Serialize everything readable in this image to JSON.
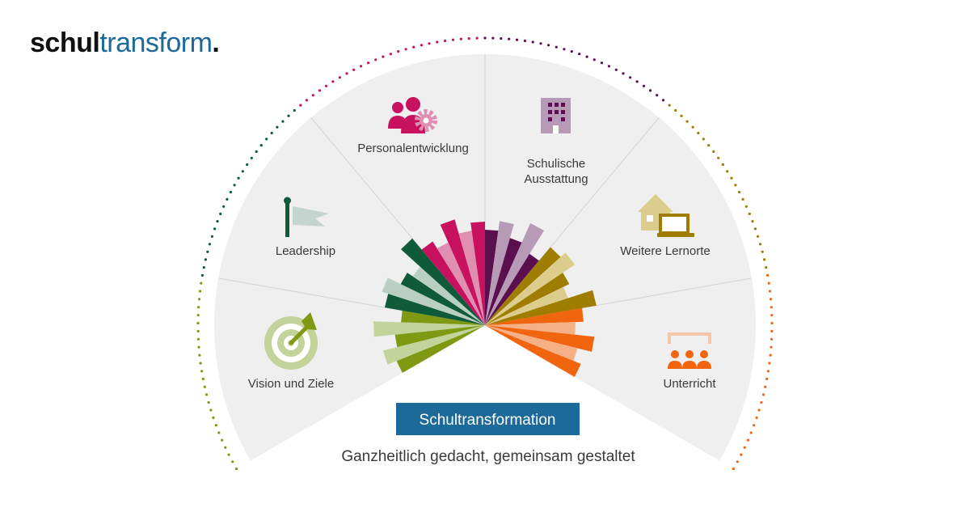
{
  "logo": {
    "part1": "schul",
    "part2": "transform",
    "part3": "."
  },
  "segments": [
    {
      "key": "vision",
      "label_lines": [
        "Vision und Ziele"
      ],
      "icon": "target-icon",
      "colors": [
        "#7f9a12",
        "#c4d39a"
      ]
    },
    {
      "key": "leadership",
      "label_lines": [
        "Leadership"
      ],
      "icon": "flag-icon",
      "colors": [
        "#0e5a3a",
        "#b9cfc4"
      ]
    },
    {
      "key": "personal",
      "label_lines": [
        "Personalentwicklung"
      ],
      "icon": "people-gear-icon",
      "colors": [
        "#c8115f",
        "#e08fb3"
      ]
    },
    {
      "key": "ausstattung",
      "label_lines": [
        "Schulische",
        "Ausstattung"
      ],
      "icon": "building-icon",
      "colors": [
        "#5c0f4f",
        "#b79ab6"
      ]
    },
    {
      "key": "lernorte",
      "label_lines": [
        "Weitere Lernorte"
      ],
      "icon": "home-laptop-icon",
      "colors": [
        "#9e7d00",
        "#dccd8c"
      ]
    },
    {
      "key": "unterricht",
      "label_lines": [
        "Unterricht"
      ],
      "icon": "classroom-icon",
      "colors": [
        "#f2650f",
        "#f5b088"
      ]
    }
  ],
  "center": {
    "title": "Schultransformation",
    "subtitle": "Ganzheitlich gedacht, gemeinsam gestaltet"
  },
  "colors": {
    "fan_bg": "#efefef",
    "divider": "#d4d4d4",
    "brand": "#1b6a99",
    "text": "#3a3a3a"
  }
}
